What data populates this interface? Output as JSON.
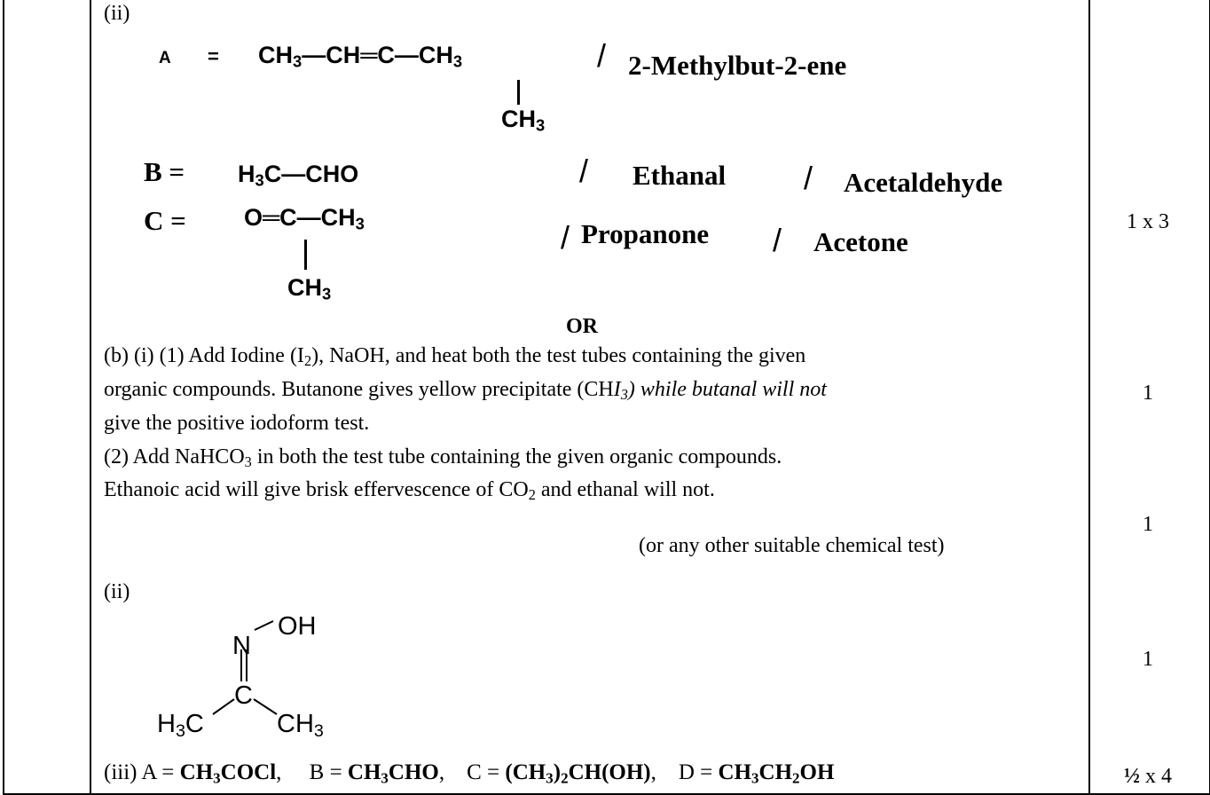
{
  "part_a": {
    "label": "(ii)",
    "A": {
      "lhs": "A",
      "eq": "=",
      "chain_left": "CH",
      "chain_left_sub": "3",
      "dash1": "—CH═C—CH",
      "chain_right_sub": "3",
      "branch": "CH",
      "branch_sub": "3",
      "slash": "/",
      "name": "2-Methylbut-2-ene"
    },
    "B": {
      "lhs": "B =",
      "formula_pre": "H",
      "formula_sub": "3",
      "formula_post": "C—CHO",
      "slash1": "/",
      "name1": "Ethanal",
      "slash2": "/",
      "name2": "Acetaldehyde"
    },
    "C": {
      "lhs": "C =",
      "formula": "O═C—CH",
      "formula_sub": "3",
      "branch": "CH",
      "branch_sub": "3",
      "slash1": "/",
      "name1": "Propanone",
      "slash2": "/",
      "name2": "Acetone"
    },
    "mark": "1 x 3"
  },
  "or_label": "OR",
  "part_b": {
    "i1_line1_pre": "(b) (i) (1) Add Iodine (I",
    "i1_line1_sub": "2",
    "i1_line1_post": "), NaOH, and heat both the test tubes containing the given",
    "i1_line2_pre": "organic compounds. Butanone gives yellow precipitate (CH",
    "i1_line2_italic": "I",
    "i1_line2_sub": "3",
    "i1_line2_post": ") while butanal will not",
    "i1_line3": "give the positive iodoform test.",
    "i1_mark": "1",
    "i2_line1_pre": "(2) Add NaHCO",
    "i2_line1_sub": "3",
    "i2_line1_post": " in both the test tube containing the given organic compounds.",
    "i2_line2_pre": "Ethanoic acid will give brisk effervescence of CO",
    "i2_line2_sub": "2",
    "i2_line2_post": " and ethanal will not.",
    "i2_note": "(or any other suitable chemical test)",
    "i2_mark": "1",
    "ii_label": "(ii)",
    "oxime": {
      "oh": "OH",
      "n": "N",
      "c": "C",
      "h3c_pre": "H",
      "h3c_sub": "3",
      "h3c_post": "C",
      "ch3_pre": "CH",
      "ch3_sub": "3"
    },
    "ii_mark": "1",
    "iii": {
      "label": "(iii) A = ",
      "a_pre": "CH",
      "a_sub": "3",
      "a_post": "COCl",
      "sep1": ",     B = ",
      "b_pre": "CH",
      "b_sub": "3",
      "b_post": "CHO",
      "sep2": ",    C = ",
      "c_pre": "(CH",
      "c_sub": "3",
      "c_post1": ")",
      "c_sub2": "2",
      "c_post2": "CH(OH)",
      "sep3": ",    D = ",
      "d_pre": "CH",
      "d_sub1": "3",
      "d_mid": "CH",
      "d_sub2": "2",
      "d_post": "OH"
    },
    "iii_mark_frac": "½",
    "iii_mark_rest": " x 4"
  }
}
